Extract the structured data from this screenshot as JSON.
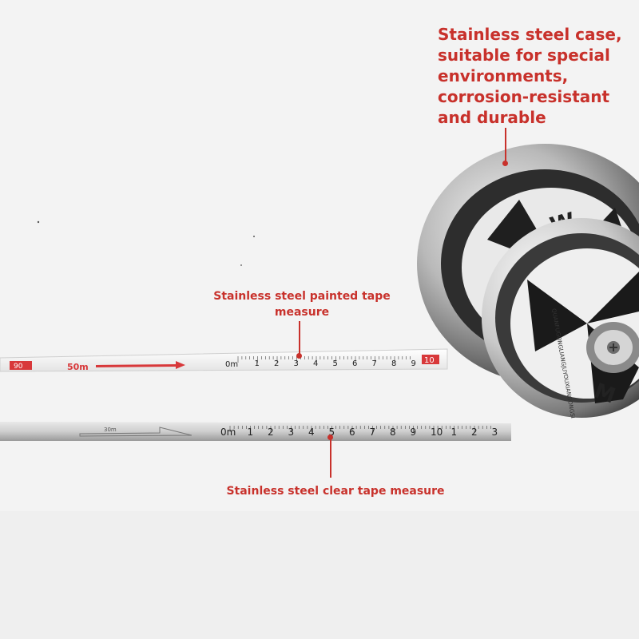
{
  "callouts": {
    "case": [
      "Stainless steel case,",
      "suitable for special",
      "environments,",
      "corrosion-resistant",
      "and durable"
    ],
    "painted_tape": "Stainless steel painted tape measure",
    "clear_tape": "Stainless steel clear tape measure"
  },
  "painted_tape": {
    "end_label": "90",
    "length_label": "50m",
    "zero_label": "0m",
    "ticks": [
      "1",
      "2",
      "3",
      "4",
      "5",
      "6",
      "7",
      "8",
      "9"
    ],
    "ten_label": "10"
  },
  "clear_tape": {
    "length_label": "30m",
    "zero_label": "0m",
    "ticks": [
      "1",
      "2",
      "3",
      "4",
      "5",
      "6",
      "7",
      "8",
      "9",
      "10",
      "1",
      "2",
      "3"
    ]
  },
  "reel": {
    "brand_text": "QUANFUGONGLIANGJUYOUXIANGONGSI",
    "letter_top": "W",
    "letter_bottom": "M"
  },
  "colors": {
    "accent": "#c8312b",
    "background": "#f3f3f3",
    "tape_red": "#d8383a"
  }
}
